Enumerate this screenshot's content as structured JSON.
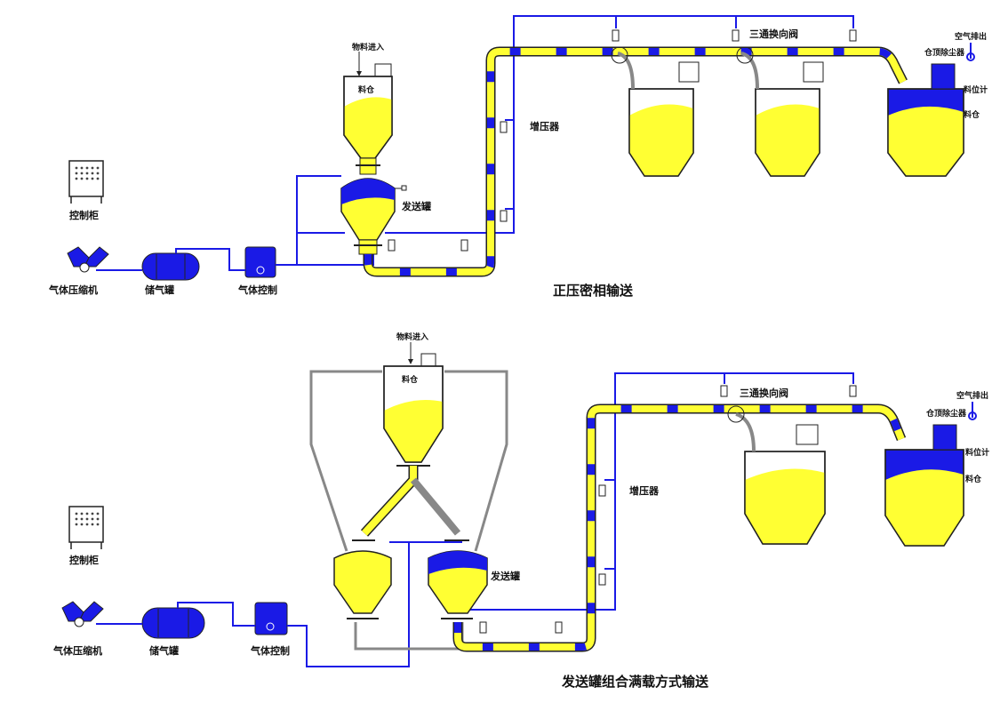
{
  "colors": {
    "material": "#FFFF33",
    "pipe_blue": "#1A1AE6",
    "air_line": "#1A1AE6",
    "outline": "#222222",
    "grey_pipe": "#8C8C8C"
  },
  "top": {
    "title": "正压密相输送",
    "control_cabinet": "控制柜",
    "compressor": "气体压缩机",
    "air_tank": "储气罐",
    "air_control": "气体控制",
    "material_inlet": "物料进入",
    "silo": "料仓",
    "send_tank": "发送罐",
    "booster": "增压器",
    "three_way_valve": "三通换向阀",
    "air_exhaust": "空气排出",
    "dust_collector": "仓顶除尘器",
    "level_meter": "料位计",
    "bin": "料仓"
  },
  "bottom": {
    "title": "发送罐组合满载方式输送",
    "control_cabinet": "控制柜",
    "compressor": "气体压缩机",
    "air_tank": "储气罐",
    "air_control": "气体控制",
    "material_inlet": "物料进入",
    "silo": "料仓",
    "send_tank": "发送罐",
    "booster": "增压器",
    "three_way_valve": "三通换向阀",
    "air_exhaust": "空气排出",
    "dust_collector": "仓顶除尘器",
    "level_meter": "料位计",
    "bin": "料仓"
  }
}
